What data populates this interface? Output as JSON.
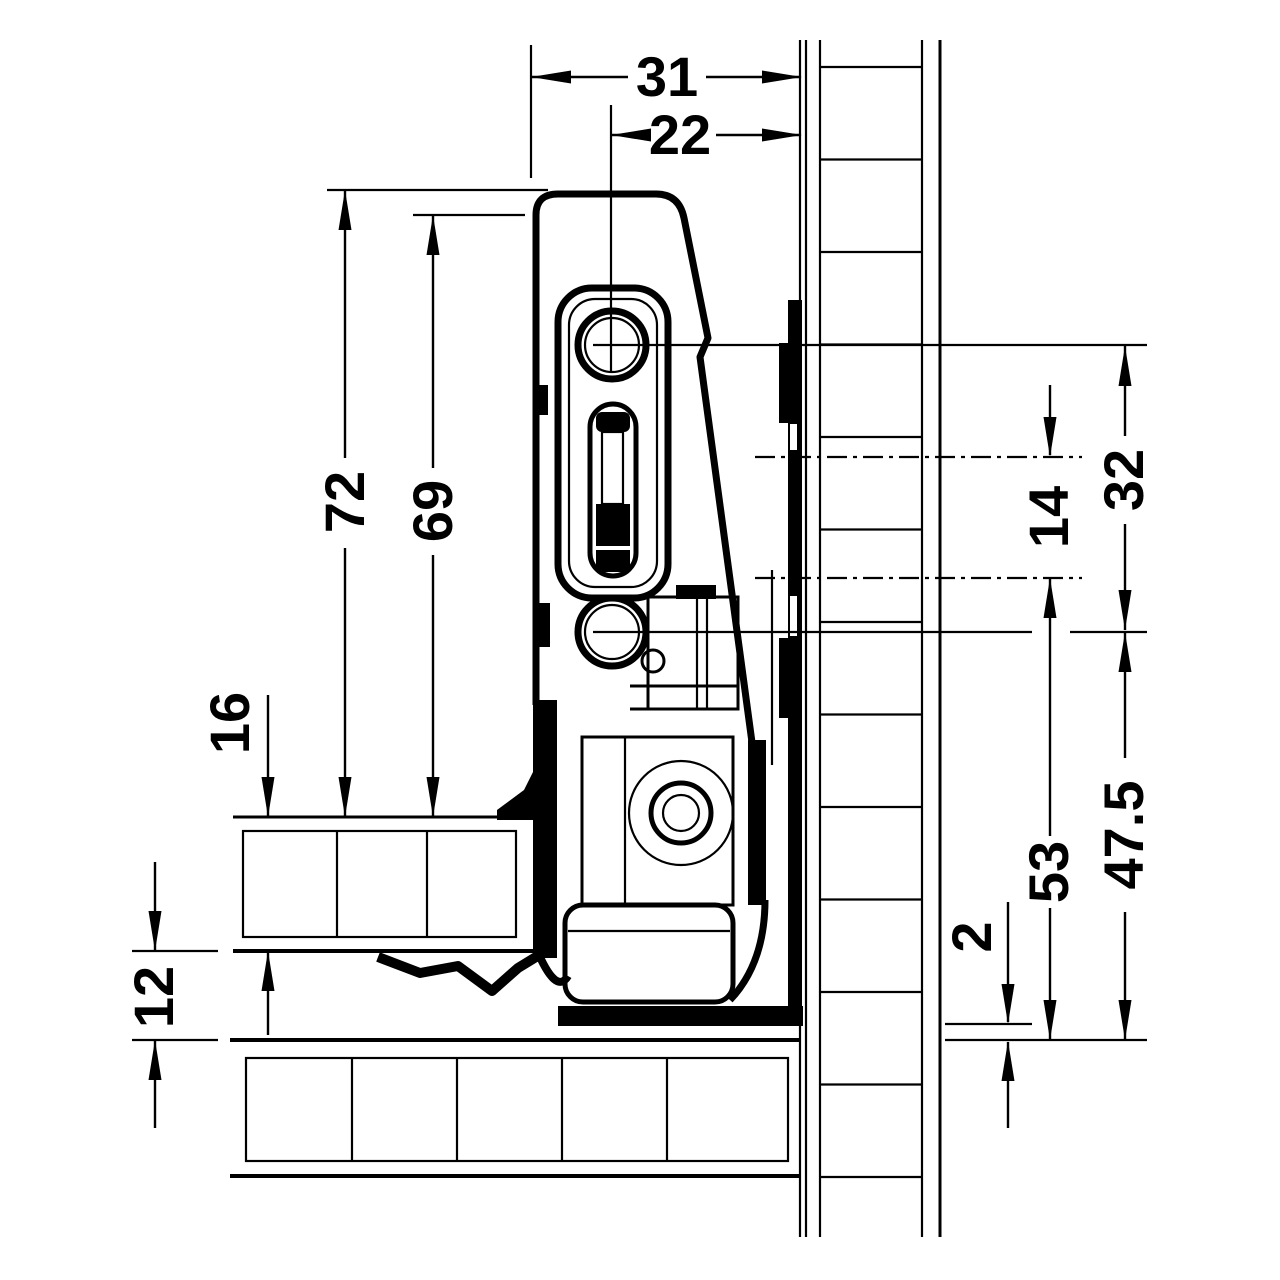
{
  "drawing": {
    "type": "technical-cross-section",
    "subject": "drawer-slide-mounting-diagram",
    "colors": {
      "background": "#ffffff",
      "line": "#000000"
    },
    "dimensions": {
      "top_width_total": "31",
      "top_width_hole": "22",
      "left_height_outer": "72",
      "left_height_inner": "69",
      "drawer_bottom_thickness": "16",
      "bottom_clearance": "12",
      "hole_row_gap": "14",
      "hole_pitch": "32",
      "lower_row_height": "53",
      "runner_height": "47.5",
      "floor_gap": "2"
    }
  }
}
